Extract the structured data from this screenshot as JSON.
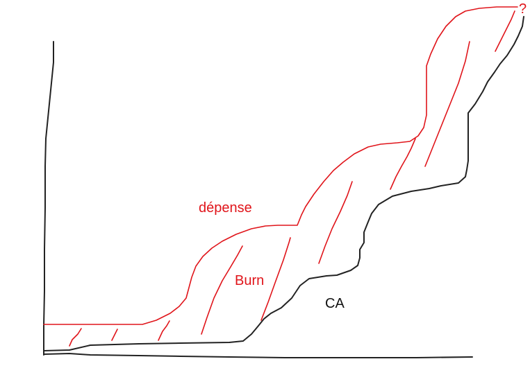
{
  "labels": {
    "depense": "dépense",
    "burn": "Burn",
    "ca": "CA",
    "question": "?"
  },
  "colors": {
    "depense_curve": "#e0141a",
    "ca_curve": "#222222",
    "axes": "#222222"
  }
}
